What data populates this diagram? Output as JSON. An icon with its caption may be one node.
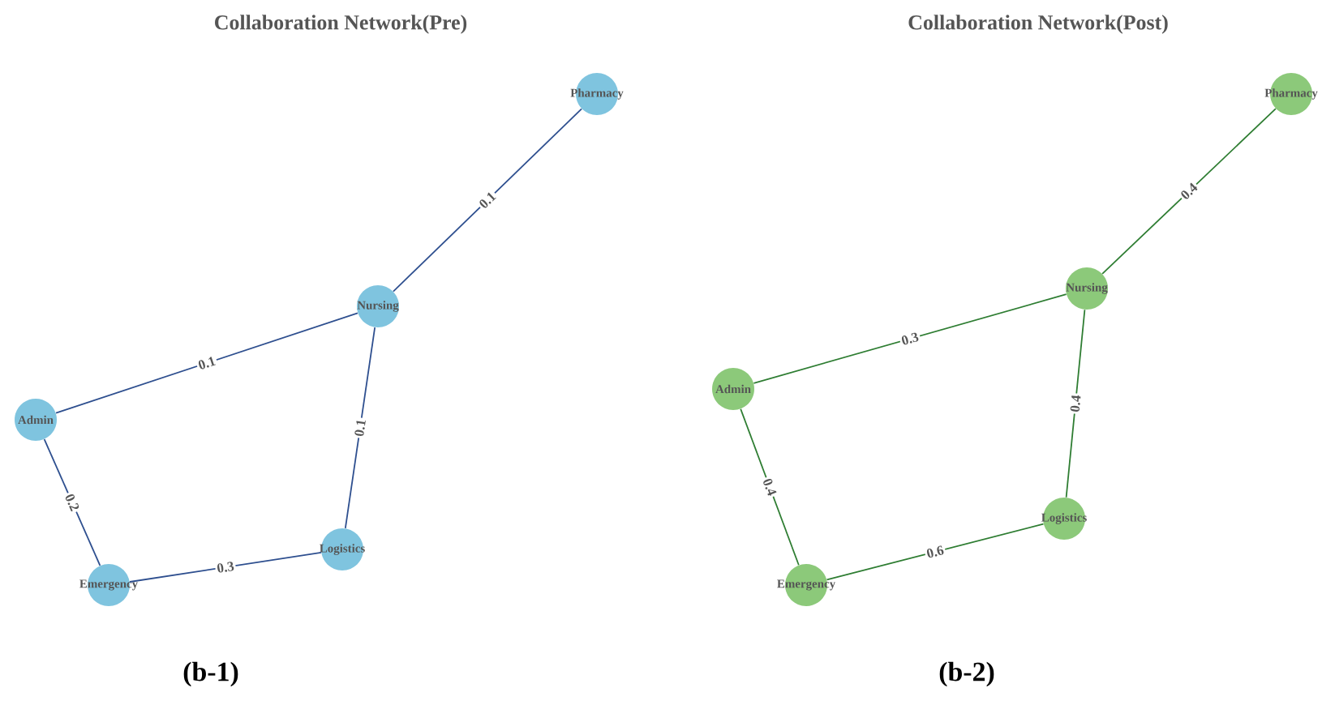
{
  "diagram": {
    "nodes": [
      {
        "text": [
          "Pharmacy"
        ]
      },
      {
        "text": [
          "Nursing"
        ]
      },
      {
        "text": [
          "Admin"
        ]
      },
      {
        "text": [
          "Logistics"
        ]
      },
      {
        "text": [
          "Emergency"
        ]
      },
      {
        "text": [
          "Pharmacy"
        ]
      },
      {
        "text": [
          "Nursing"
        ]
      },
      {
        "text": [
          "Admin"
        ]
      },
      {
        "text": [
          "Logistics"
        ]
      },
      {
        "text": [
          "Emergency"
        ]
      }
    ],
    "edges": [
      {
        "from": 0,
        "to": 1,
        "arrow": "none",
        "label": "0.1",
        "color": "#2e4f8f"
      },
      {
        "from": 1,
        "to": 2,
        "arrow": "none",
        "label": "0.1",
        "color": "#2e4f8f"
      },
      {
        "from": 1,
        "to": 3,
        "arrow": "none",
        "label": "0.1",
        "color": "#2e4f8f"
      },
      {
        "from": 2,
        "to": 4,
        "arrow": "none",
        "label": "0.2",
        "color": "#2e4f8f"
      },
      {
        "from": 4,
        "to": 3,
        "arrow": "none",
        "label": "0.3",
        "color": "#2e4f8f"
      },
      {
        "from": 5,
        "to": 6,
        "arrow": "none",
        "label": "0.4",
        "color": "#2e7d32"
      },
      {
        "from": 6,
        "to": 7,
        "arrow": "none",
        "label": "0.3",
        "color": "#2e7d32"
      },
      {
        "from": 6,
        "to": 8,
        "arrow": "none",
        "label": "0.4",
        "color": "#2e7d32"
      },
      {
        "from": 7,
        "to": 9,
        "arrow": "none",
        "label": "0.4",
        "color": "#2e7d32"
      },
      {
        "from": 9,
        "to": 8,
        "arrow": "none",
        "label": "0.6",
        "color": "#2e7d32"
      }
    ],
    "labels": [
      "Collaboration Network(Pre)",
      "Collaboration Network(Post)",
      "(b-1)",
      "(b-2)"
    ]
  }
}
